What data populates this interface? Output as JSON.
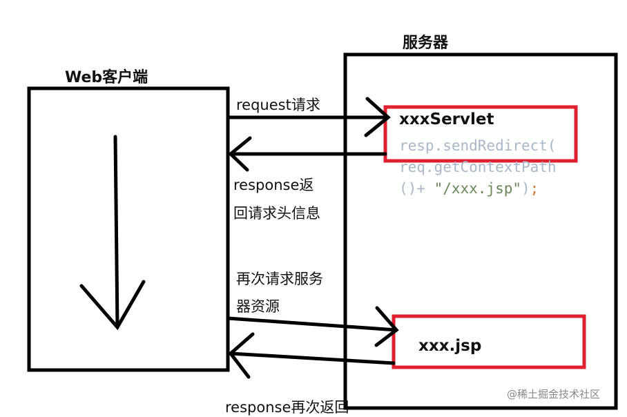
{
  "client": {
    "title": "Web客户端"
  },
  "server": {
    "title": "服务器"
  },
  "servlet": {
    "name": "xxxServlet",
    "code": {
      "line1": "resp.sendRedirect(",
      "line2": "req.getContextPath",
      "line3_pre": "()+ ",
      "line3_str": "\"/xxx.jsp\"",
      "line3_post": ")",
      "line3_semi": ";"
    }
  },
  "jsp": {
    "name": "xxx.jsp"
  },
  "arrows": {
    "request": "request请求",
    "response_1a": "response返",
    "response_1b": "回请求头信息",
    "request_again_a": "再次请求服务",
    "request_again_b": "器资源",
    "response_again": "response再次返回"
  },
  "watermark": "@稀土掘金技术社区",
  "colors": {
    "stroke": "#000000",
    "highlight": "#e0202e"
  }
}
